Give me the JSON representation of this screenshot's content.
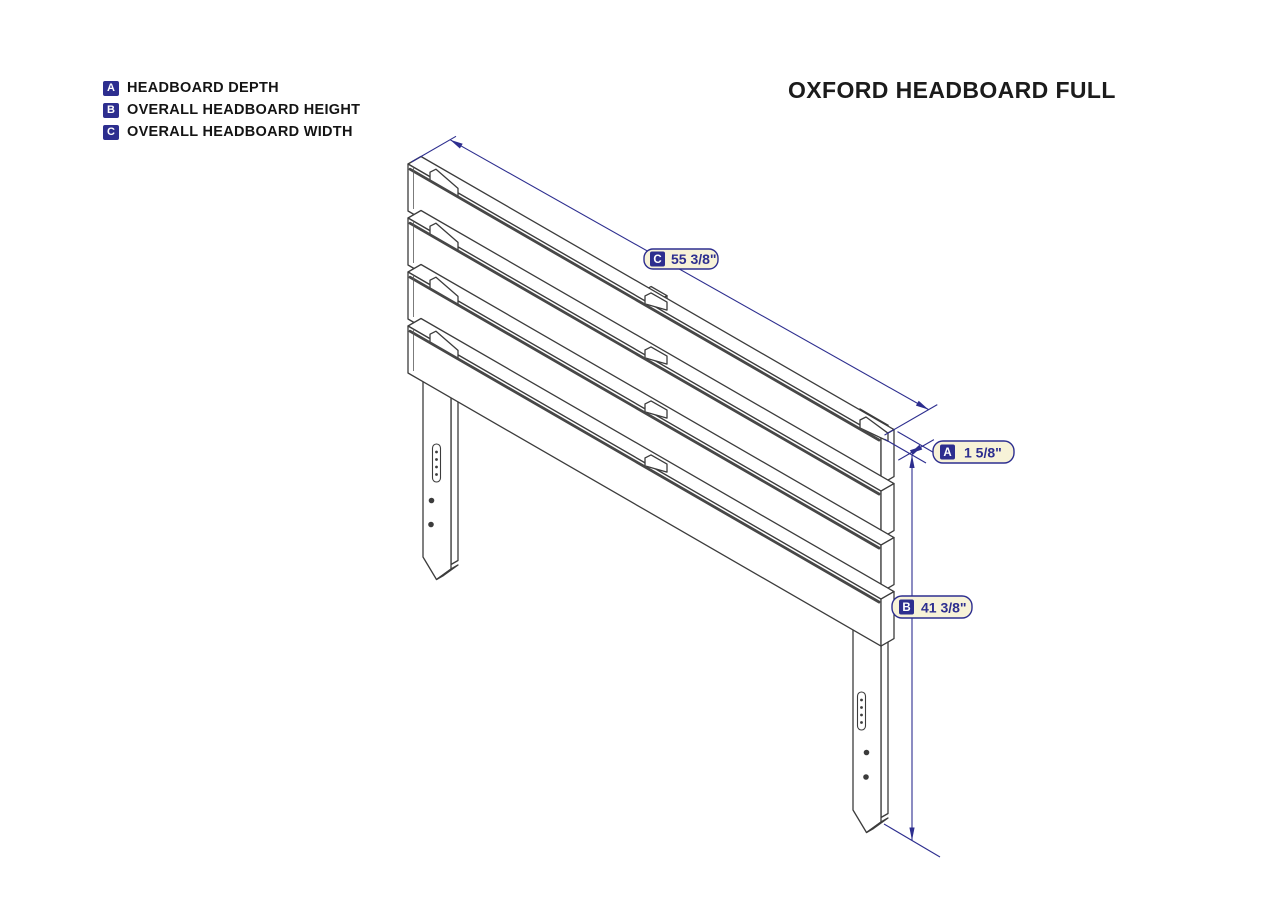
{
  "page": {
    "title": "OXFORD HEADBOARD FULL"
  },
  "legend": {
    "items": [
      {
        "key": "A",
        "label": "HEADBOARD DEPTH"
      },
      {
        "key": "B",
        "label": "OVERALL HEADBOARD HEIGHT"
      },
      {
        "key": "C",
        "label": "OVERALL HEADBOARD WIDTH"
      }
    ]
  },
  "dimensions": {
    "width": {
      "key": "C",
      "value": "55 3/8\""
    },
    "depth": {
      "key": "A",
      "value": "1 5/8\""
    },
    "height": {
      "key": "B",
      "value": "41 3/8\""
    }
  },
  "colors": {
    "dimension_line": "#2d2e8f",
    "drawing_line": "#3c3c3c",
    "label_background": "#f7f2d8",
    "badge_background": "#2d2e8f",
    "badge_letter": "#ffffff",
    "title_text": "#1b1b1b"
  }
}
